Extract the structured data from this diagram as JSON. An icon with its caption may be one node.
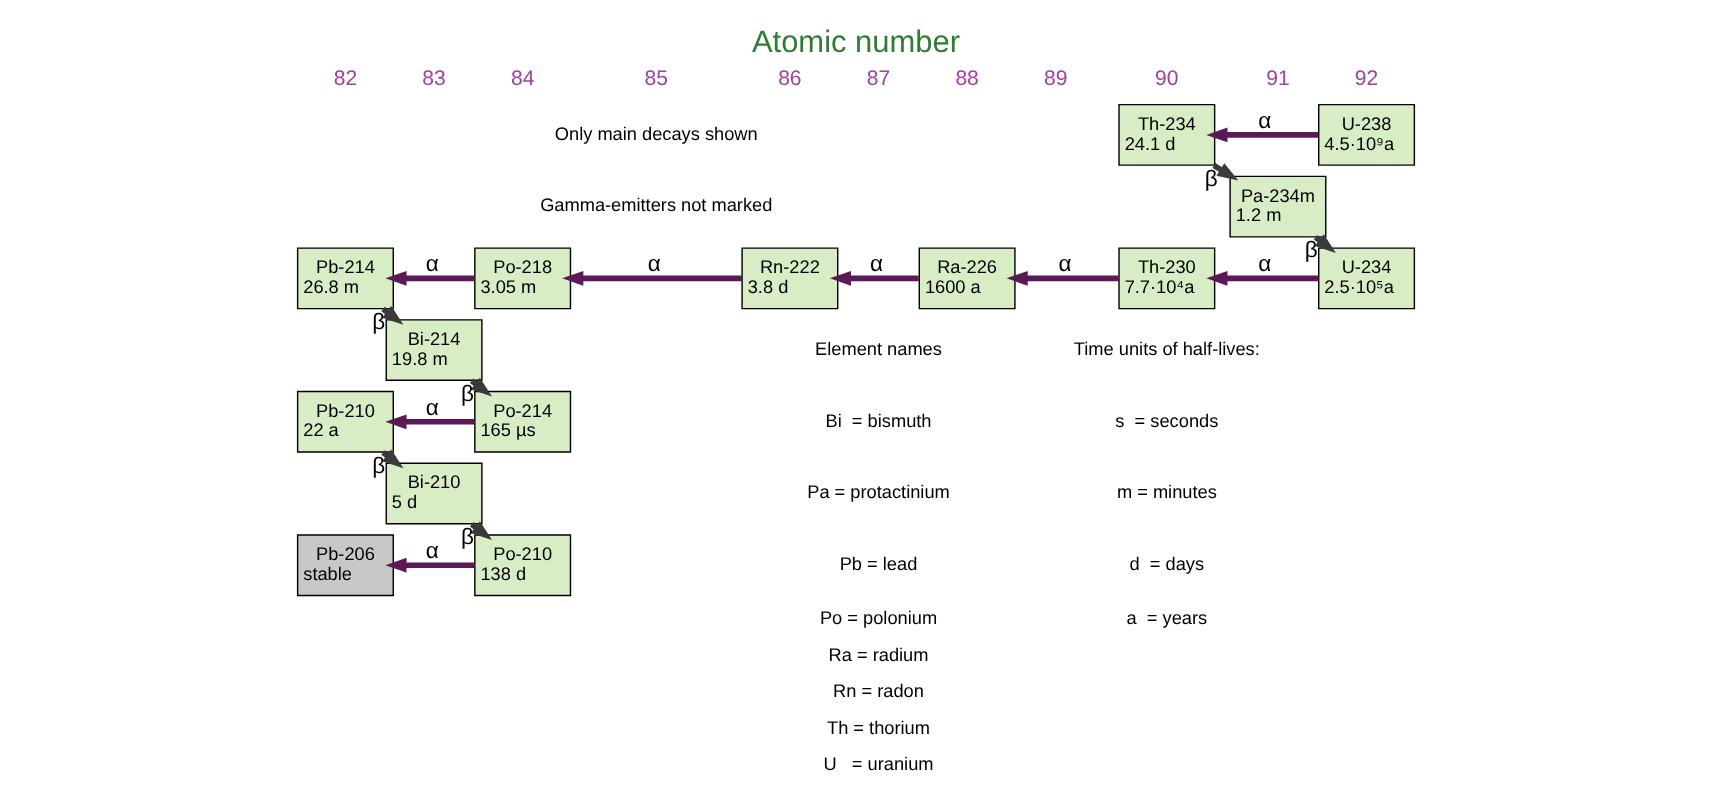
{
  "diagram": {
    "title": "Atomic number",
    "nodes": [
      {
        "text": [
          "Th-234",
          "24.1 d"
        ]
      },
      {
        "text": [
          "U-238",
          "4.5·10⁹a"
        ]
      },
      {
        "text": [
          "Pa-234m",
          "1.2 m"
        ]
      },
      {
        "text": [
          "Pb-214",
          "26.8 m"
        ]
      },
      {
        "text": [
          "Po-218",
          "3.05 m"
        ]
      },
      {
        "text": [
          "Rn-222",
          "3.8 d"
        ]
      },
      {
        "text": [
          "Ra-226",
          "1600 a"
        ]
      },
      {
        "text": [
          "Th-230",
          "7.7·10⁴a"
        ]
      },
      {
        "text": [
          "U-234",
          "2.5·10⁵a"
        ]
      },
      {
        "text": [
          "Bi-214",
          "19.8 m"
        ]
      },
      {
        "text": [
          "Pb-210",
          "22 a"
        ]
      },
      {
        "text": [
          "Po-214",
          "165 µs"
        ]
      },
      {
        "text": [
          "Bi-210",
          "5 d"
        ]
      },
      {
        "text": [
          "Pb-206",
          "stable"
        ]
      },
      {
        "text": [
          "Po-210",
          "138 d"
        ]
      }
    ],
    "edges": [
      {
        "from": 1,
        "to": 0,
        "arrow": "to",
        "label": "α"
      },
      {
        "from": 0,
        "to": 2,
        "arrow": "to",
        "label": "β",
        "color": "#3a3a3a"
      },
      {
        "from": 2,
        "to": 8,
        "arrow": "to",
        "label": "β",
        "color": "#3a3a3a"
      },
      {
        "from": 8,
        "to": 7,
        "arrow": "to",
        "label": "α"
      },
      {
        "from": 7,
        "to": 6,
        "arrow": "to",
        "label": "α"
      },
      {
        "from": 6,
        "to": 5,
        "arrow": "to",
        "label": "α"
      },
      {
        "from": 5,
        "to": 4,
        "arrow": "to",
        "label": "α"
      },
      {
        "from": 4,
        "to": 3,
        "arrow": "to",
        "label": "α"
      },
      {
        "from": 3,
        "to": 9,
        "arrow": "to",
        "label": "β",
        "color": "#3a3a3a"
      },
      {
        "from": 9,
        "to": 11,
        "arrow": "to",
        "label": "β",
        "color": "#3a3a3a"
      },
      {
        "from": 11,
        "to": 10,
        "arrow": "to",
        "label": "α"
      },
      {
        "from": 10,
        "to": 12,
        "arrow": "to",
        "label": "β",
        "color": "#3a3a3a"
      },
      {
        "from": 12,
        "to": 14,
        "arrow": "to",
        "label": "β",
        "color": "#3a3a3a"
      },
      {
        "from": 14,
        "to": 13,
        "arrow": "to",
        "label": "α"
      }
    ],
    "labels": [
      "82",
      "83",
      "84",
      "85",
      "86",
      "87",
      "88",
      "89",
      "90",
      "91",
      "92",
      "Only main decays shown",
      "Gamma-emitters not marked",
      "Element names",
      "Bi  = bismuth",
      "Pa = protactinium",
      "Pb = lead",
      "Po = polonium",
      "Ra = radium",
      "Rn = radon",
      "Th = thorium",
      "U   = uranium",
      "Time units of half-lives:",
      "s  = seconds",
      "m = minutes",
      "d  = days",
      "a  = years"
    ]
  }
}
